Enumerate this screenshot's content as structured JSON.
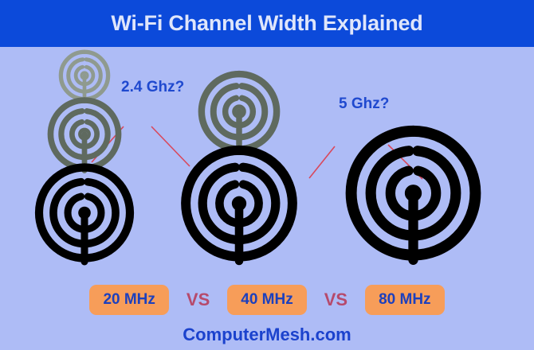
{
  "header": {
    "title": "Wi-Fi Channel Width Explained",
    "background_color": "#0c4ada",
    "text_color": "#dfe6fb"
  },
  "canvas": {
    "background_color": "#aebcf6"
  },
  "annotations": [
    {
      "id": "freq-2-4",
      "label": "2.4 Ghz?",
      "color": "#1f49cf",
      "pointer_color": "#d9485c"
    },
    {
      "id": "freq-5",
      "label": "5 Ghz?",
      "color": "#1f49cf",
      "pointer_color": "#d9485c"
    }
  ],
  "groups": [
    {
      "id": "group-20",
      "badge_label": "20 MHz",
      "icons": [
        {
          "name": "wifi-signal-icon-small",
          "size": 78,
          "color": "#8f9a8f"
        },
        {
          "name": "wifi-signal-icon-medium",
          "size": 112,
          "color": "#5f6a5f"
        },
        {
          "name": "wifi-signal-icon-large",
          "size": 150,
          "color": "#000000"
        }
      ]
    },
    {
      "id": "group-40",
      "badge_label": "40 MHz",
      "icons": [
        {
          "name": "wifi-signal-icon-medium",
          "size": 124,
          "color": "#5f6a5f"
        },
        {
          "name": "wifi-signal-icon-large",
          "size": 176,
          "color": "#000000"
        }
      ]
    },
    {
      "id": "group-80",
      "badge_label": "80 MHz",
      "icons": [
        {
          "name": "wifi-signal-icon-large",
          "size": 205,
          "color": "#000000"
        }
      ]
    }
  ],
  "separators": {
    "vs_label": "VS",
    "color": "#b64a6c"
  },
  "badge": {
    "background_color": "#f79d59",
    "text_color": "#1d40bd"
  },
  "footer": {
    "text": "ComputerMesh.com",
    "color": "#1b42cd"
  }
}
